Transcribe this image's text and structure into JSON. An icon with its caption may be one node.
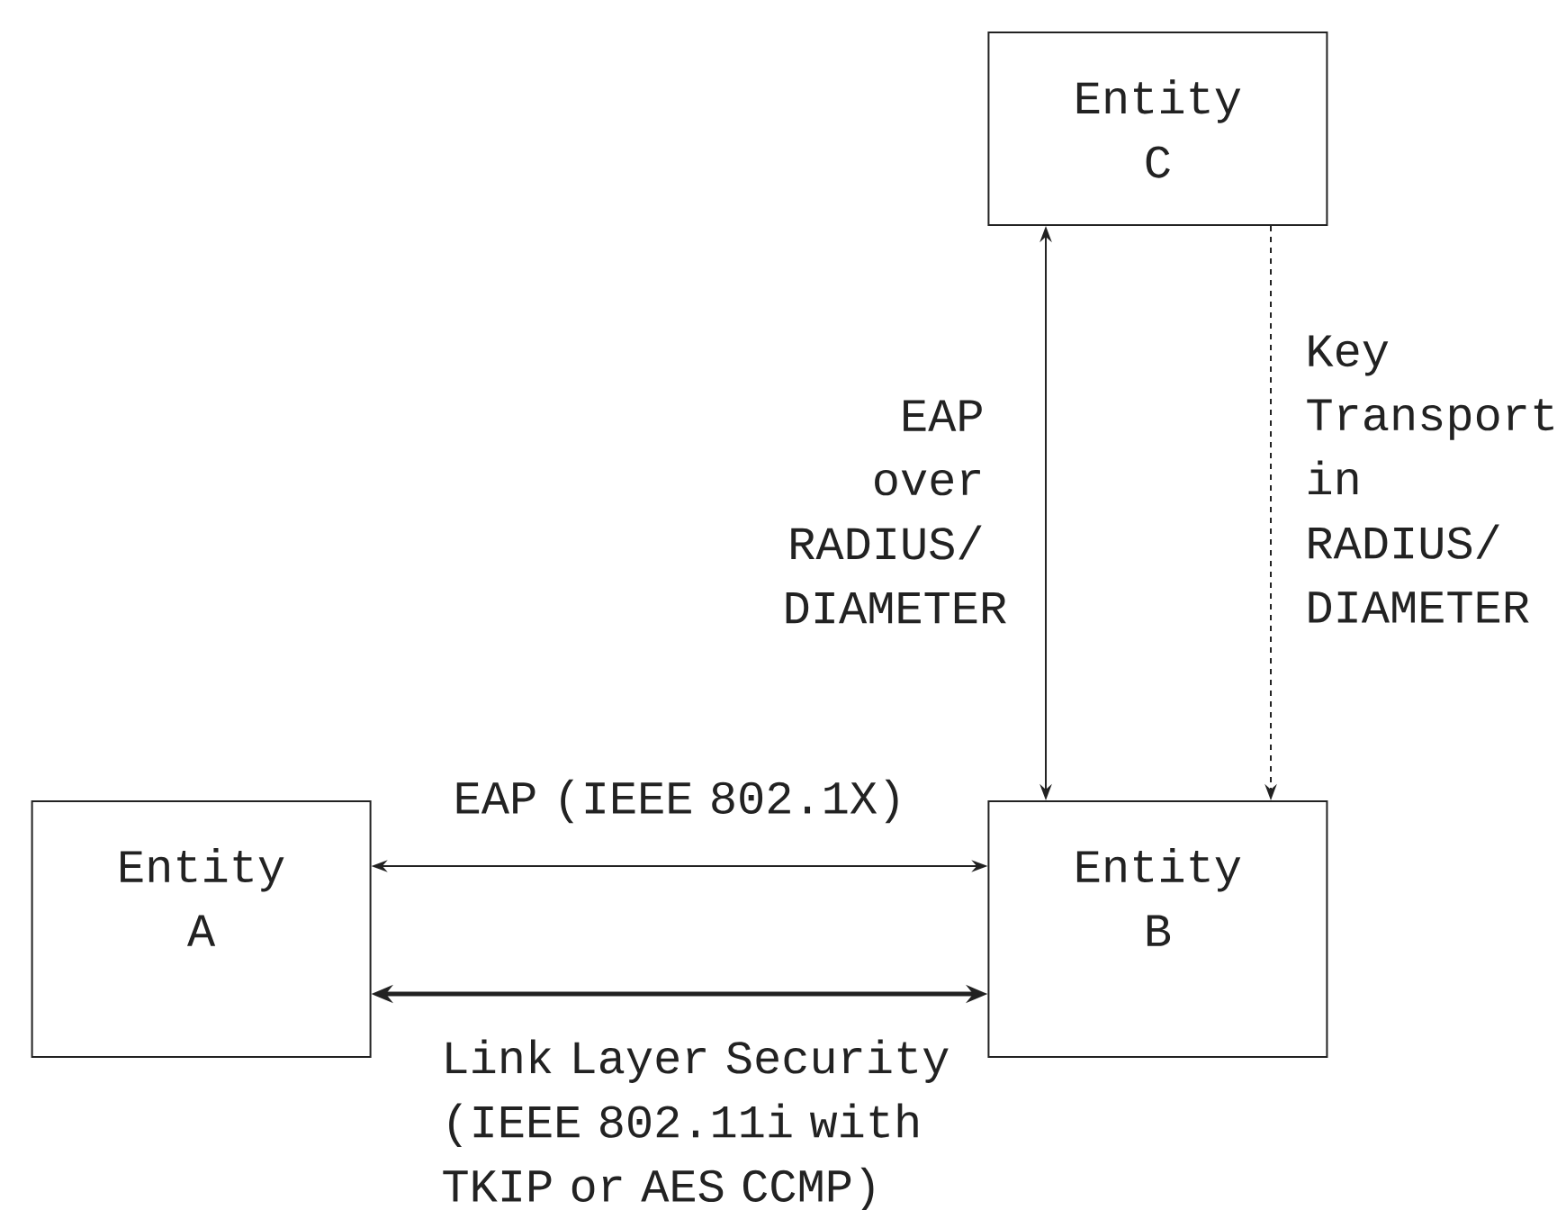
{
  "diagram": {
    "nodes": [
      {
        "text": [
          "Entity C"
        ]
      },
      {
        "text": [
          "Entity A"
        ]
      },
      {
        "text": [
          "Entity B"
        ]
      }
    ],
    "edges": [
      {
        "from": 0,
        "to": 2,
        "arrow": "both",
        "label": "EAP over RADIUS/ DIAMETER"
      },
      {
        "from": 0,
        "to": 2,
        "arrow": "to",
        "style": "dashed",
        "label": "Key Transport in RADIUS/ DIAMETER"
      },
      {
        "from": 1,
        "to": 2,
        "arrow": "both",
        "label": "EAP (IEEE 802.1X)"
      },
      {
        "from": 1,
        "to": 2,
        "arrow": "both",
        "style": "thick",
        "label": "Link Layer Security (IEEE 802.11i with TKIP or AES CCMP)"
      }
    ]
  }
}
